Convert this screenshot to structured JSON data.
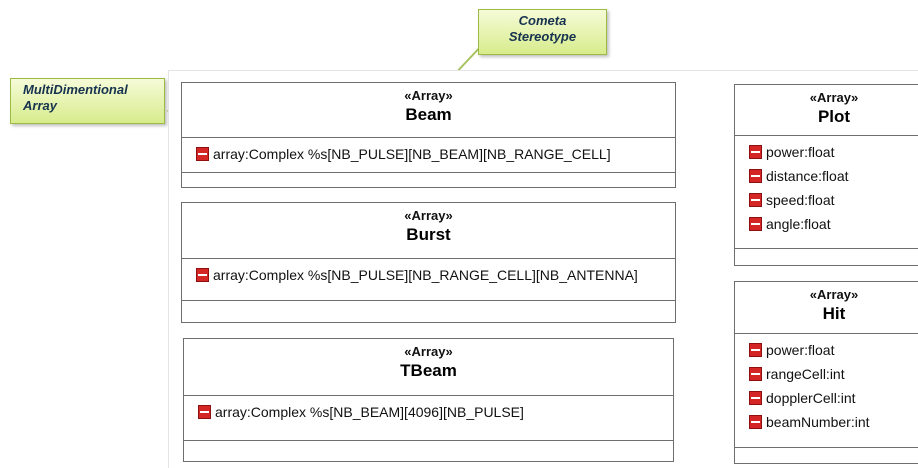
{
  "callouts": {
    "multidimentional": "MultiDimentional Array",
    "cometa": "Cometa Stereotype"
  },
  "classes": {
    "beam": {
      "stereotype": "«Array»",
      "name": "Beam",
      "attributes": [
        "array:Complex  %s[NB_PULSE][NB_BEAM][NB_RANGE_CELL]"
      ]
    },
    "burst": {
      "stereotype": "«Array»",
      "name": "Burst",
      "attributes": [
        "array:Complex  %s[NB_PULSE][NB_RANGE_CELL][NB_ANTENNA]"
      ]
    },
    "tbeam": {
      "stereotype": "«Array»",
      "name": "TBeam",
      "attributes": [
        "array:Complex  %s[NB_BEAM][4096][NB_PULSE]"
      ]
    },
    "plot": {
      "stereotype": "«Array»",
      "name": "Plot",
      "attributes": [
        "power:float",
        "distance:float",
        "speed:float",
        "angle:float"
      ]
    },
    "hit": {
      "stereotype": "«Array»",
      "name": "Hit",
      "attributes": [
        "power:float",
        "rangeCell:int",
        "dopplerCell:int",
        "beamNumber:int"
      ]
    }
  },
  "colors": {
    "callout_fill": "#d7ec8c",
    "callout_border": "#9cbb45",
    "callout_text": "#16324f",
    "attribute_icon": "#d52626",
    "class_border": "#6e6e6e"
  },
  "icons": {
    "attribute": "attribute-icon"
  }
}
